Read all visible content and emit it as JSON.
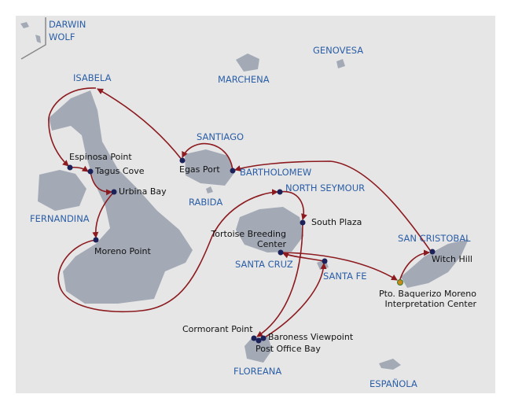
{
  "colors": {
    "sea": "#e6e6e6",
    "land": "#a3aab6",
    "label": "#2b5ea7",
    "route": "#8c1a1f",
    "site_dot": "#1b2159",
    "port_dot": "#c98a1c"
  },
  "islands": {
    "darwin": "DARWIN",
    "wolf": "WOLF",
    "isabela": "ISABELA",
    "marchena": "MARCHENA",
    "genovesa": "GENOVESA",
    "santiago": "SANTIAGO",
    "bartholomew": "BARTHOLOMEW",
    "rabida": "RABIDA",
    "fernandina": "FERNANDINA",
    "north_seymour": "NORTH SEYMOUR",
    "santa_cruz": "SANTA CRUZ",
    "santa_fe": "SANTA FE",
    "san_cristobal": "SAN CRISTOBAL",
    "floreana": "FLOREANA",
    "espanola": "ESPAÑOLA"
  },
  "sites": {
    "espinosa_point": "Espinosa Point",
    "tagus_cove": "Tagus Cove",
    "urbina_bay": "Urbina Bay",
    "moreno_point": "Moreno Point",
    "egas_port": "Egas Port",
    "south_plaza": "South Plaza",
    "tortoise_center_1": "Tortoise Breeding",
    "tortoise_center_2": "Center",
    "witch_hill": "Witch Hill",
    "pto_baquerizo_1": "Pto. Baquerizo Moreno",
    "pto_baquerizo_2": "Interpretation Center",
    "cormorant_point": "Cormorant Point",
    "baroness_viewpoint": "Baroness Viewpoint",
    "post_office_bay": "Post Office Bay"
  }
}
